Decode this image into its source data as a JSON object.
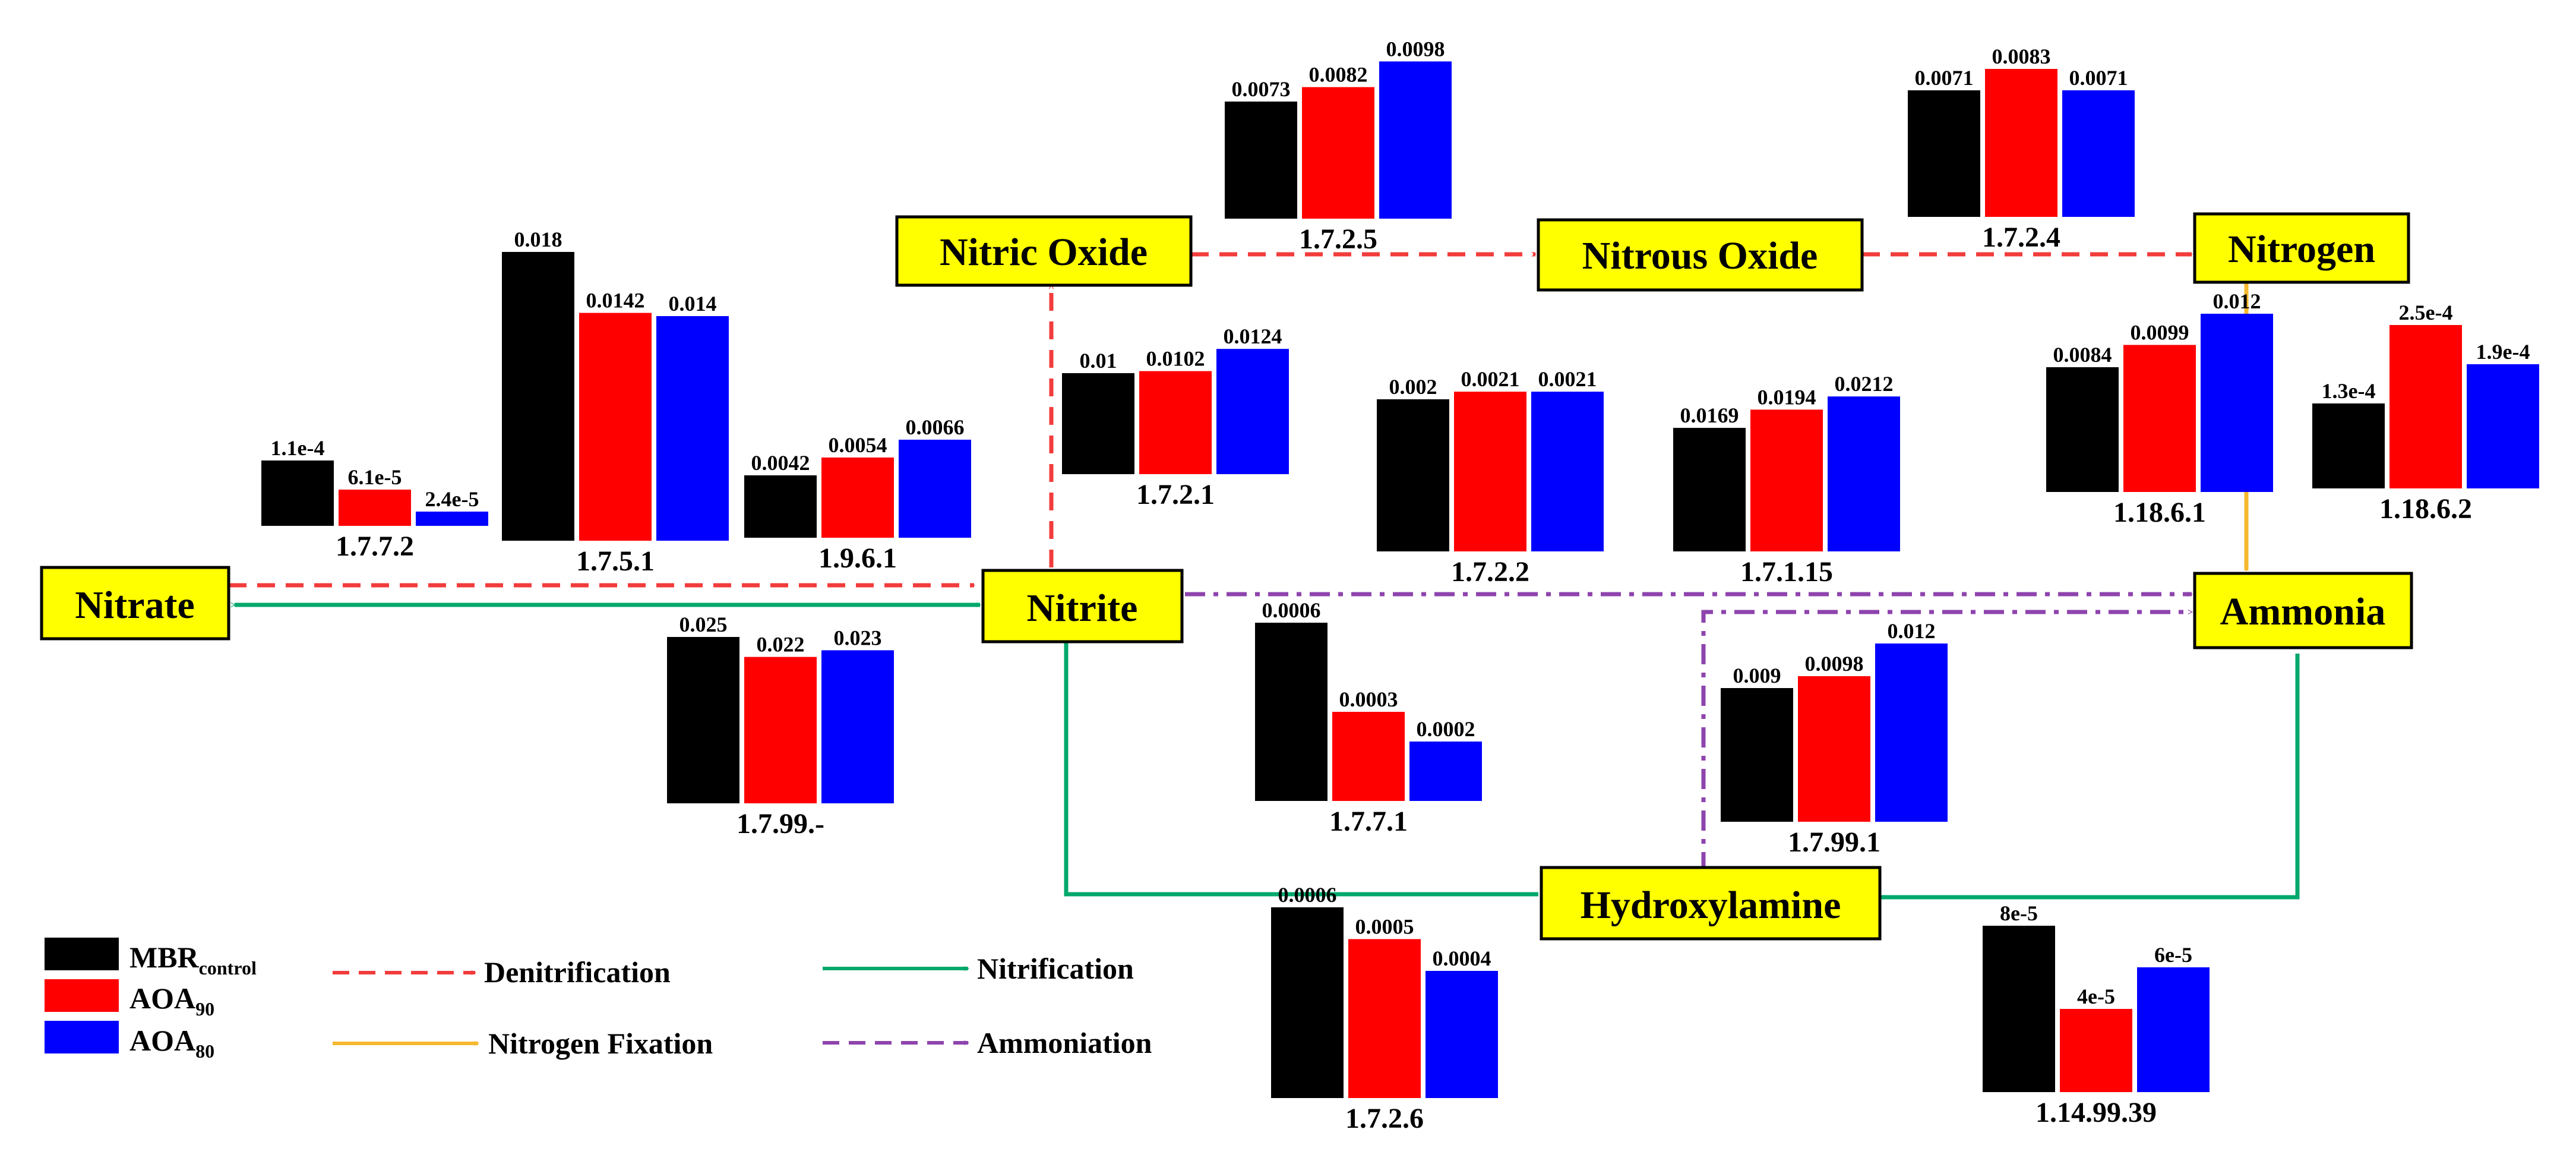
{
  "colors": {
    "mbr": "#000000",
    "aoa90": "#ff0000",
    "aoa80": "#0000ff",
    "denitrification": "#f23c3c",
    "nitrification": "#00a86b",
    "nitrogen_fixation": "#f5b82e",
    "ammoniation": "#8e44ad",
    "node_fill": "#ffff00"
  },
  "nodes": {
    "nitrate": "Nitrate",
    "nitrite": "Nitrite",
    "nitric_oxide": "Nitric Oxide",
    "nitrous_oxide": "Nitrous Oxide",
    "nitrogen": "Nitrogen",
    "ammonia": "Ammonia",
    "hydroxylamine": "Hydroxylamine"
  },
  "legend": {
    "series": [
      {
        "main": "MBR",
        "sub": "control"
      },
      {
        "main": "AOA",
        "sub": "90"
      },
      {
        "main": "AOA",
        "sub": "80"
      }
    ],
    "pathways": {
      "denitrification": "Denitrification",
      "nitrification": "Nitrification",
      "nitrogen_fixation": "Nitrogen Fixation",
      "ammoniation": "Ammoniation"
    }
  },
  "chart_data": [
    {
      "type": "bar",
      "label": "1.7.7.2",
      "values": [
        0.00011,
        6.1e-05,
        2.4e-05
      ],
      "value_labels": [
        "1.1e-4",
        "6.1e-5",
        "2.4e-5"
      ]
    },
    {
      "type": "bar",
      "label": "1.7.5.1",
      "values": [
        0.018,
        0.0142,
        0.014
      ],
      "value_labels": [
        "0.018",
        "0.0142",
        "0.014"
      ]
    },
    {
      "type": "bar",
      "label": "1.9.6.1",
      "values": [
        0.0042,
        0.0054,
        0.0066
      ],
      "value_labels": [
        "0.0042",
        "0.0054",
        "0.0066"
      ]
    },
    {
      "type": "bar",
      "label": "1.7.2.1",
      "values": [
        0.01,
        0.0102,
        0.0124
      ],
      "value_labels": [
        "0.01",
        "0.0102",
        "0.0124"
      ]
    },
    {
      "type": "bar",
      "label": "1.7.2.5",
      "values": [
        0.0073,
        0.0082,
        0.0098
      ],
      "value_labels": [
        "0.0073",
        "0.0082",
        "0.0098"
      ]
    },
    {
      "type": "bar",
      "label": "1.7.2.4",
      "values": [
        0.0071,
        0.0083,
        0.0071
      ],
      "value_labels": [
        "0.0071",
        "0.0083",
        "0.0071"
      ]
    },
    {
      "type": "bar",
      "label": "1.7.2.2",
      "values": [
        0.002,
        0.0021,
        0.0021
      ],
      "value_labels": [
        "0.002",
        "0.0021",
        "0.0021"
      ]
    },
    {
      "type": "bar",
      "label": "1.7.1.15",
      "values": [
        0.0169,
        0.0194,
        0.0212
      ],
      "value_labels": [
        "0.0169",
        "0.0194",
        "0.0212"
      ]
    },
    {
      "type": "bar",
      "label": "1.18.6.1",
      "values": [
        0.0084,
        0.0099,
        0.012
      ],
      "value_labels": [
        "0.0084",
        "0.0099",
        "0.012"
      ]
    },
    {
      "type": "bar",
      "label": "1.18.6.2",
      "values": [
        0.00013,
        0.00025,
        0.00019
      ],
      "value_labels": [
        "1.3e-4",
        "2.5e-4",
        "1.9e-4"
      ]
    },
    {
      "type": "bar",
      "label": "1.7.99.-",
      "values": [
        0.025,
        0.022,
        0.023
      ],
      "value_labels": [
        "0.025",
        "0.022",
        "0.023"
      ]
    },
    {
      "type": "bar",
      "label": "1.7.7.1",
      "values": [
        0.0006,
        0.0003,
        0.0002
      ],
      "value_labels": [
        "0.0006",
        "0.0003",
        "0.0002"
      ]
    },
    {
      "type": "bar",
      "label": "1.7.99.1",
      "values": [
        0.009,
        0.0098,
        0.012
      ],
      "value_labels": [
        "0.009",
        "0.0098",
        "0.012"
      ]
    },
    {
      "type": "bar",
      "label": "1.7.2.6",
      "values": [
        0.0006,
        0.0005,
        0.0004
      ],
      "value_labels": [
        "0.0006",
        "0.0005",
        "0.0004"
      ]
    },
    {
      "type": "bar",
      "label": "1.14.99.39",
      "values": [
        8e-05,
        4e-05,
        6e-05
      ],
      "value_labels": [
        "8e-5",
        "4e-5",
        "6e-5"
      ]
    }
  ]
}
